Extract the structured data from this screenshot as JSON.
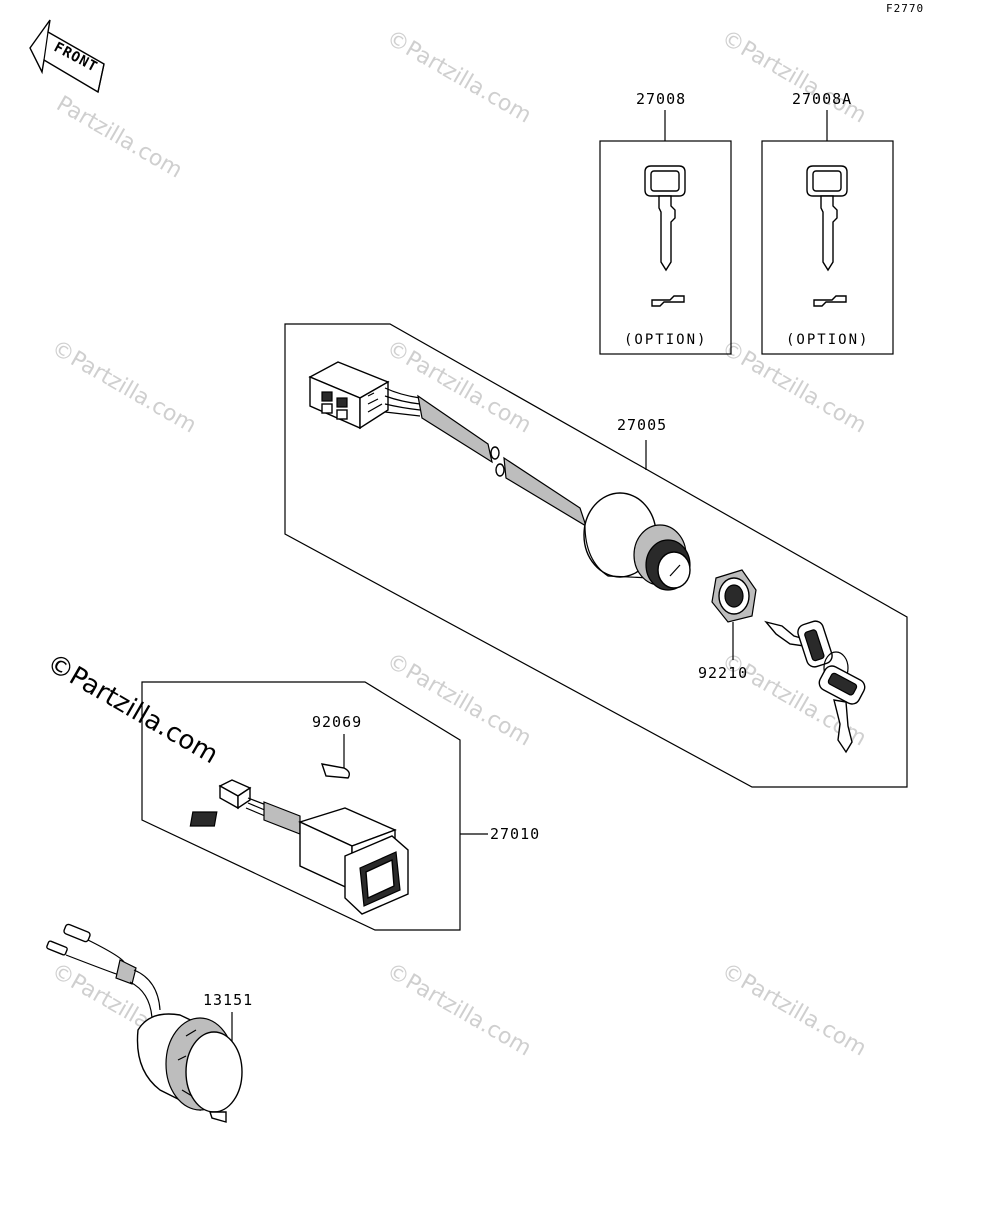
{
  "diagram": {
    "code": "F2770",
    "front_label": "FRONT",
    "watermark": "Partzilla.com",
    "watermark_symbol": "©",
    "option_label": "(OPTION)",
    "parts": {
      "key_blank": "27008",
      "key_blank_a": "27008A",
      "ignition_switch": "27005",
      "nut": "92210",
      "bulb": "92069",
      "push_switch": "27010",
      "socket": "13151"
    }
  }
}
